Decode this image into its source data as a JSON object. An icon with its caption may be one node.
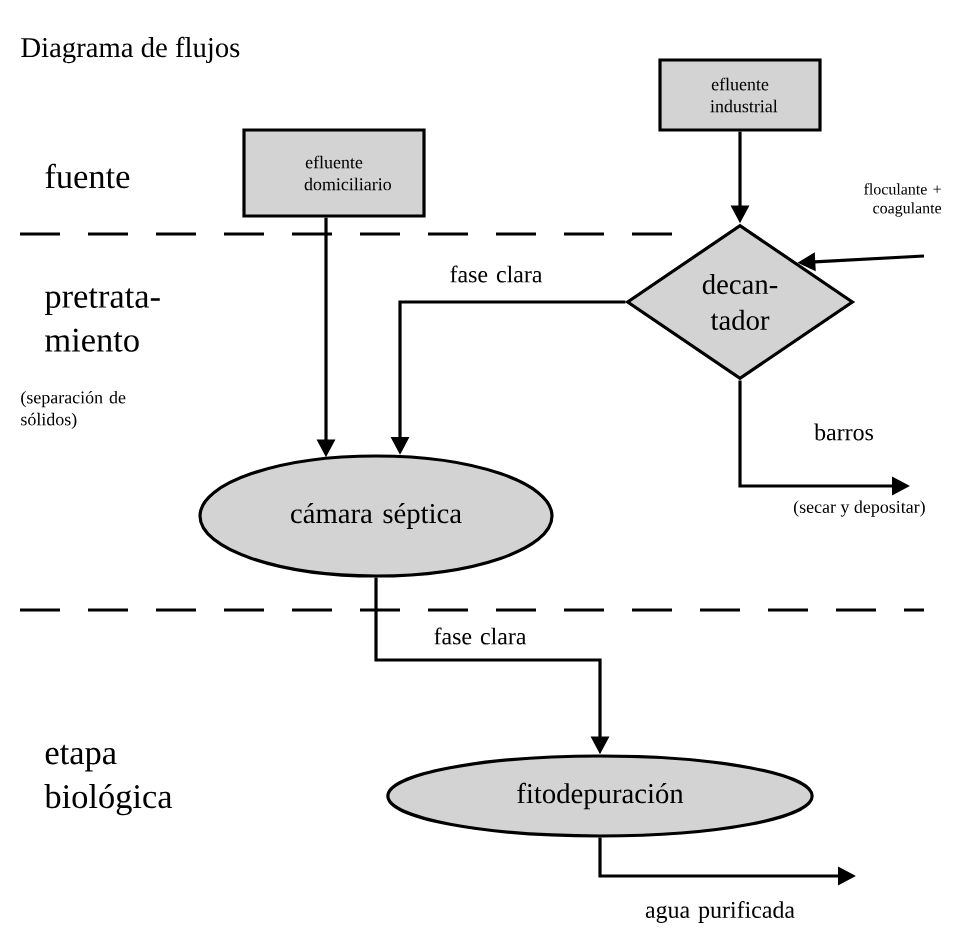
{
  "diagram": {
    "title": "Diagrama de flujos",
    "nodes": [
      {
        "text": [
          "efluente domiciliario"
        ]
      },
      {
        "text": [
          "efluente industrial"
        ]
      },
      {
        "text": [
          "decan- tador"
        ]
      },
      {
        "text": [
          "cámara séptica"
        ]
      },
      {
        "text": [
          "fitodepuración"
        ]
      },
      {
        "text": [
          "(secar y depositar)"
        ]
      }
    ],
    "edges": [
      {
        "from": 0,
        "to": 3,
        "arrow": "to"
      },
      {
        "from": 1,
        "to": 2,
        "arrow": "to"
      },
      {
        "from": null,
        "to": 2,
        "arrow": "to",
        "label": "floculante + coagulante"
      },
      {
        "from": 2,
        "to": 3,
        "arrow": "to",
        "label": "fase clara"
      },
      {
        "from": 2,
        "to": 5,
        "arrow": "to",
        "label": "barros"
      },
      {
        "from": 3,
        "to": 4,
        "arrow": "to",
        "label": "fase clara"
      },
      {
        "from": 4,
        "to": null,
        "arrow": "to",
        "label": "agua purificada"
      }
    ],
    "labels": [
      "fuente",
      "pretrata- miento",
      "(separación de sólidos)",
      "etapa biológica"
    ]
  }
}
